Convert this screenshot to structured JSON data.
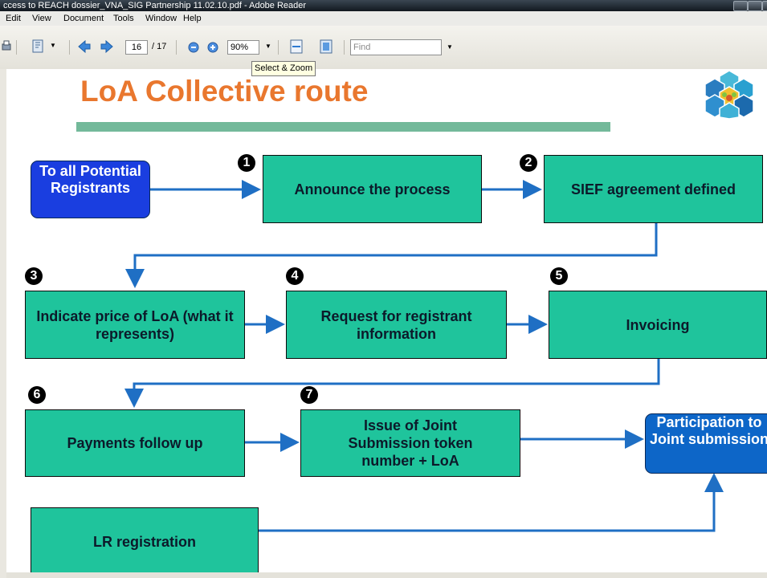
{
  "window": {
    "title": "ccess to REACH dossier_VNA_SIG Partnership 11.02.10.pdf - Adobe Reader"
  },
  "menu": [
    "Edit",
    "View",
    "Document",
    "Tools",
    "Window",
    "Help"
  ],
  "toolbar": {
    "current_page": "16",
    "total_pages": "/ 17",
    "zoom": "90%",
    "find_placeholder": "Find",
    "tooltip": "Select & Zoom"
  },
  "slide": {
    "title": "LoA Collective route",
    "boxes": {
      "potential_registrants": "To all Potential Registrants",
      "announce": "Announce the process",
      "sief": "SIEF agreement defined",
      "indicate_price": "Indicate price of LoA (what it represents)",
      "request_info": "Request for registrant information",
      "invoicing": "Invoicing",
      "payments": "Payments follow up",
      "issue_token": "Issue of Joint Submission token number + LoA",
      "participation": "Participation to Joint submission",
      "lr_registration": "LR registration"
    },
    "badges": [
      "1",
      "2",
      "3",
      "4",
      "5",
      "6",
      "7"
    ]
  },
  "colors": {
    "title": "#e9772e",
    "step_box": "#1fc49c",
    "blue_box": "#1a3ee0",
    "end_box": "#0d66c8",
    "arrow": "#1f6fc4",
    "title_underline": "#73b99a"
  }
}
